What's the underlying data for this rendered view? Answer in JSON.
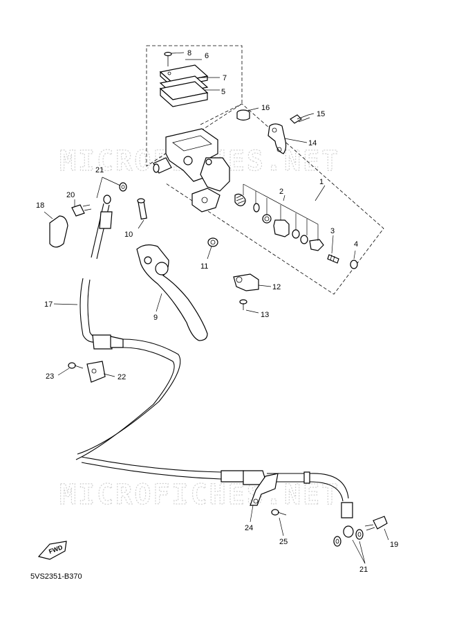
{
  "diagram_code": "5VS2351-B370",
  "watermark_text": "MICROFICHES.NET",
  "fwd_label": "FWD",
  "callouts": [
    {
      "id": "c1",
      "label": "1"
    },
    {
      "id": "c2",
      "label": "2"
    },
    {
      "id": "c3",
      "label": "3"
    },
    {
      "id": "c4",
      "label": "4"
    },
    {
      "id": "c5",
      "label": "5"
    },
    {
      "id": "c6",
      "label": "6"
    },
    {
      "id": "c7",
      "label": "7"
    },
    {
      "id": "c8",
      "label": "8"
    },
    {
      "id": "c9",
      "label": "9"
    },
    {
      "id": "c10",
      "label": "10"
    },
    {
      "id": "c11",
      "label": "11"
    },
    {
      "id": "c12",
      "label": "12"
    },
    {
      "id": "c13",
      "label": "13"
    },
    {
      "id": "c14",
      "label": "14"
    },
    {
      "id": "c15",
      "label": "15"
    },
    {
      "id": "c16",
      "label": "16"
    },
    {
      "id": "c17",
      "label": "17"
    },
    {
      "id": "c18",
      "label": "18"
    },
    {
      "id": "c19",
      "label": "19"
    },
    {
      "id": "c20",
      "label": "20"
    },
    {
      "id": "c21a",
      "label": "21"
    },
    {
      "id": "c21b",
      "label": "21"
    },
    {
      "id": "c22",
      "label": "22"
    },
    {
      "id": "c23",
      "label": "23"
    },
    {
      "id": "c24",
      "label": "24"
    },
    {
      "id": "c25",
      "label": "25"
    }
  ]
}
